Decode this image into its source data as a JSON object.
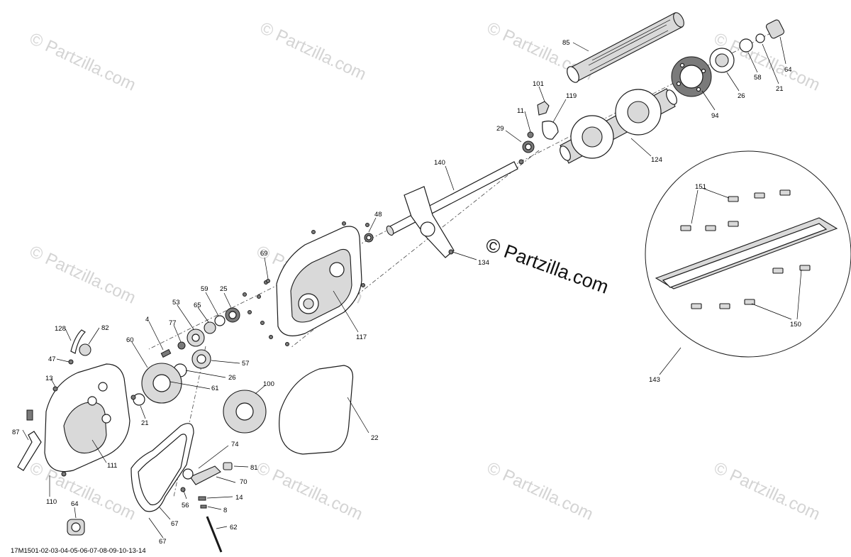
{
  "watermark": "© Partzilla.com",
  "center_watermark": "© Partzilla.com",
  "diagram_code": "17M1501-02-03-04-05-06-07-08-09-10-13-14",
  "callouts": {
    "c85": "85",
    "c64a": "64",
    "c58": "58",
    "c21a": "21",
    "c26a": "26",
    "c94": "94",
    "c101": "101",
    "c119": "119",
    "c11": "11",
    "c29": "29",
    "c124": "124",
    "c140": "140",
    "c48": "48",
    "c134": "134",
    "c69": "69",
    "c117": "117",
    "c59": "59",
    "c25": "25",
    "c53": "53",
    "c65": "65",
    "c77": "77",
    "c4": "4",
    "c60": "60",
    "c57": "57",
    "c26b": "26",
    "c61": "61",
    "c128": "128",
    "c82": "82",
    "c47": "47",
    "c13": "13",
    "c21b": "21",
    "c100": "100",
    "c22": "22",
    "c87": "87",
    "c111": "111",
    "c74": "74",
    "c81": "81",
    "c70": "70",
    "c14": "14",
    "c56": "56",
    "c8": "8",
    "c62": "62",
    "c110": "110",
    "c64b": "64",
    "c67a": "67",
    "c67b": "67",
    "c151": "151",
    "c150": "150",
    "c143": "143"
  }
}
